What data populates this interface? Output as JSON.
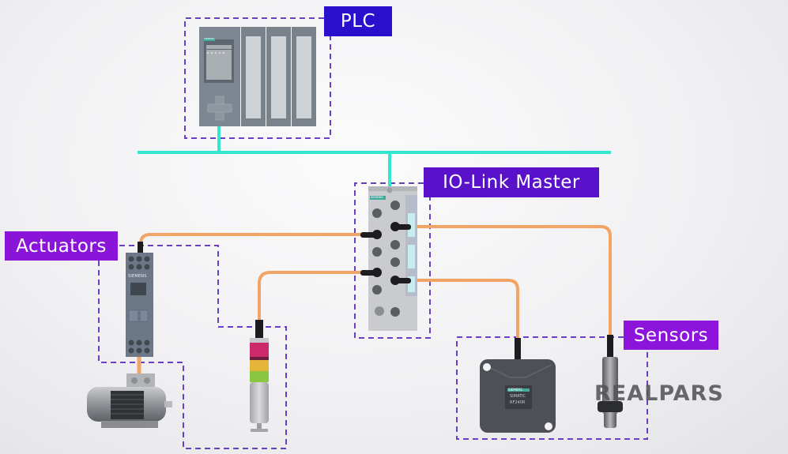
{
  "labels": {
    "plc": "PLC",
    "io_link_master": "IO-Link Master",
    "actuators": "Actuators",
    "sensors": "Sensors"
  },
  "device_text": {
    "plc_brand": "SIEMENS",
    "io_master_brand": "SIEMENS",
    "motor_starter_brand": "SIEMENS",
    "rfid_brand": "SIEMENS",
    "rfid_line1": "SIMATIC",
    "rfid_line2": "RF240R"
  },
  "watermark": "REALPARS",
  "colors": {
    "plc_label": "#2a0fcc",
    "io_label": "#5912c9",
    "actuators_label": "#8a14d8",
    "sensors_label": "#8d14db",
    "network_bus": "#33e6cf",
    "io_cable": "#f2a466",
    "group_border": "#6a3fc4"
  },
  "nodes": [
    {
      "id": "plc",
      "type": "controller"
    },
    {
      "id": "io_link_master",
      "type": "io-master"
    },
    {
      "id": "motor_starter",
      "type": "actuator"
    },
    {
      "id": "motor",
      "type": "actuator"
    },
    {
      "id": "stack_light",
      "type": "actuator"
    },
    {
      "id": "rfid_reader",
      "type": "sensor"
    },
    {
      "id": "proximity_sensor",
      "type": "sensor"
    }
  ],
  "edges": [
    {
      "from": "plc",
      "to": "io_link_master",
      "kind": "network-bus"
    },
    {
      "from": "io_link_master",
      "to": "motor_starter",
      "kind": "io-link-cable"
    },
    {
      "from": "io_link_master",
      "to": "stack_light",
      "kind": "io-link-cable"
    },
    {
      "from": "io_link_master",
      "to": "proximity_sensor",
      "kind": "io-link-cable"
    },
    {
      "from": "io_link_master",
      "to": "rfid_reader",
      "kind": "io-link-cable"
    },
    {
      "from": "motor_starter",
      "to": "motor",
      "kind": "power-cable"
    }
  ]
}
